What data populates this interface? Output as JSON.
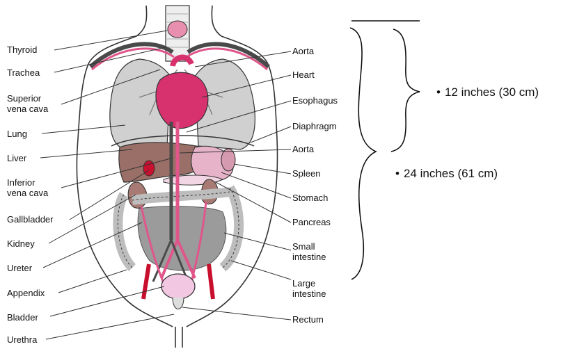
{
  "diagram": {
    "left_labels": [
      {
        "id": "thyroid",
        "text": "Thyroid"
      },
      {
        "id": "trachea",
        "text": "Trachea"
      },
      {
        "id": "superior-vena-cava",
        "text": "Superior\nvena cava"
      },
      {
        "id": "lung",
        "text": "Lung"
      },
      {
        "id": "liver",
        "text": "Liver"
      },
      {
        "id": "inferior-vena-cava",
        "text": "Inferior\nvena cava"
      },
      {
        "id": "gallbladder",
        "text": "Gallbladder"
      },
      {
        "id": "kidney",
        "text": "Kidney"
      },
      {
        "id": "ureter",
        "text": "Ureter"
      },
      {
        "id": "appendix",
        "text": "Appendix"
      },
      {
        "id": "bladder",
        "text": "Bladder"
      },
      {
        "id": "urethra",
        "text": "Urethra"
      }
    ],
    "right_labels": [
      {
        "id": "aorta-upper",
        "text": "Aorta"
      },
      {
        "id": "heart",
        "text": "Heart"
      },
      {
        "id": "esophagus",
        "text": "Esophagus"
      },
      {
        "id": "diaphragm",
        "text": "Diaphragm"
      },
      {
        "id": "aorta-lower",
        "text": "Aorta"
      },
      {
        "id": "spleen",
        "text": "Spleen"
      },
      {
        "id": "stomach",
        "text": "Stomach"
      },
      {
        "id": "pancreas",
        "text": "Pancreas"
      },
      {
        "id": "small-intestine",
        "text": "Small\nintestine"
      },
      {
        "id": "large-intestine",
        "text": "Large\nintestine"
      },
      {
        "id": "rectum",
        "text": "Rectum"
      }
    ],
    "measurements": [
      {
        "id": "upper",
        "bullet": "•",
        "text": "12 inches (30 cm)"
      },
      {
        "id": "lower",
        "bullet": "•",
        "text": "24 inches (61 cm)"
      }
    ],
    "colors": {
      "lung": "#d0d0d0",
      "heart": "#d8326e",
      "liver": "#9a6f67",
      "artery": "#e0568a",
      "vein": "#4a4a4a",
      "intestine": "#bdbdbd",
      "bladder": "#f1c7e2",
      "kidney": "#a87a74",
      "outline": "#333333"
    }
  }
}
